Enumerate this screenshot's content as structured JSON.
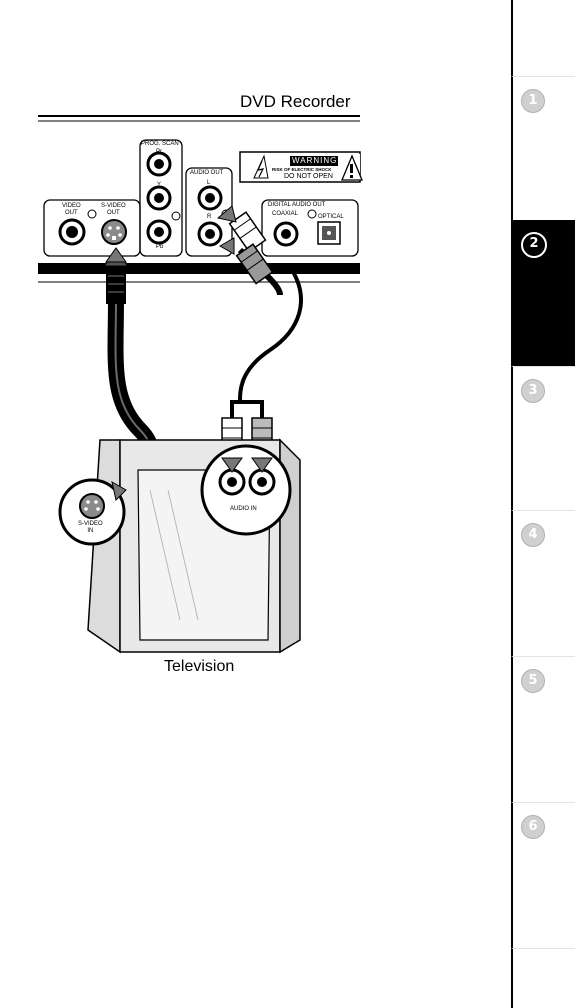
{
  "title": "DVD Recorder",
  "tv_label": "Television",
  "warning": {
    "heading": "WARNING",
    "line1": "RISK OF ELECTRIC SHOCK",
    "line2": "DO NOT OPEN"
  },
  "panel_labels": {
    "prog_scan": "PROG. SCAN",
    "pr": "Pr",
    "y": "Y",
    "pb": "Pb",
    "video_out_1": "VIDEO",
    "video_out_2": "OUT",
    "svideo_out_1": "S-VIDEO",
    "svideo_out_2": "OUT",
    "audio_out": "AUDIO OUT",
    "audio_l": "L",
    "audio_r": "R",
    "digital_audio_out": "DIGITAL AUDIO OUT",
    "coaxial": "COAXIAL",
    "optical": "OPTICAL"
  },
  "tv_labels": {
    "svideo_in_1": "S-VIDEO",
    "svideo_in_2": "IN",
    "audio_in": "AUDIO IN"
  },
  "sidebar": {
    "tabs": [
      {
        "num": "1",
        "active": false
      },
      {
        "num": "2",
        "active": true
      },
      {
        "num": "3",
        "active": false
      },
      {
        "num": "4",
        "active": false
      },
      {
        "num": "5",
        "active": false
      },
      {
        "num": "6",
        "active": false
      }
    ]
  }
}
